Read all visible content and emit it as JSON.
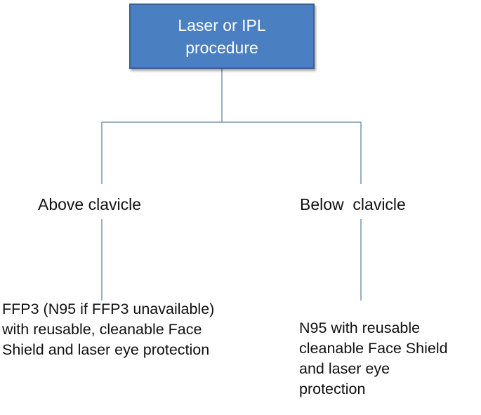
{
  "root": {
    "label": "Laser or IPL\nprocedure",
    "fill_color": "#4a7fc1"
  },
  "line_color": "#7b93ad",
  "branches": [
    {
      "label": "Above clavicle",
      "outcome": "FFP3  (N95 if FFP3 unavailable)\nwith reusable, cleanable Face\nShield and laser eye protection"
    },
    {
      "label": "Below  clavicle",
      "outcome": "N95 with reusable\ncleanable Face Shield\nand laser eye\nprotection"
    }
  ]
}
